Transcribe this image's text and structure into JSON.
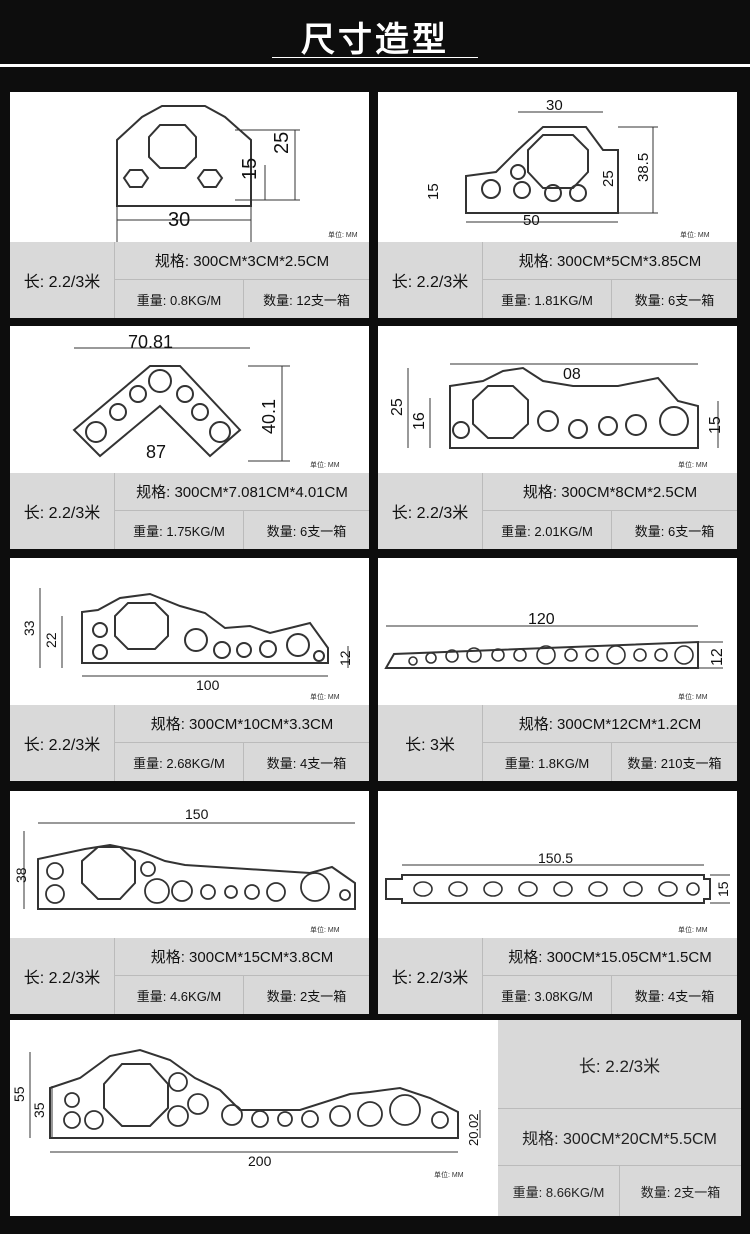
{
  "header": {
    "title": "尺寸造型"
  },
  "unit_label": "单位: MM",
  "products": [
    {
      "length": "长: 2.2/3米",
      "spec": "规格: 300CM*3CM*2.5CM",
      "weight": "重量: 0.8KG/M",
      "qty": "数量: 12支一箱",
      "dims": {
        "width": "30",
        "h1": "25",
        "h2": "15"
      }
    },
    {
      "length": "长: 2.2/3米",
      "spec": "规格: 300CM*5CM*3.85CM",
      "weight": "重量: 1.81KG/M",
      "qty": "数量: 6支一箱",
      "dims": {
        "top": "30",
        "h1": "38.5",
        "h2": "25",
        "left": "15",
        "width": "50"
      }
    },
    {
      "length": "长: 2.2/3米",
      "spec": "规格: 300CM*7.081CM*4.01CM",
      "weight": "重量: 1.75KG/M",
      "qty": "数量: 6支一箱",
      "dims": {
        "width": "70.81",
        "height": "40.1",
        "angle": "87"
      }
    },
    {
      "length": "长: 2.2/3米",
      "spec": "规格: 300CM*8CM*2.5CM",
      "weight": "重量: 2.01KG/M",
      "qty": "数量: 6支一箱",
      "dims": {
        "width": "08",
        "h1": "25",
        "h2": "16",
        "right": "15"
      }
    },
    {
      "length": "长: 2.2/3米",
      "spec": "规格: 300CM*10CM*3.3CM",
      "weight": "重量: 2.68KG/M",
      "qty": "数量: 4支一箱",
      "dims": {
        "h1": "33",
        "h2": "22",
        "width": "100",
        "right": "12"
      }
    },
    {
      "length": "长: 3米",
      "spec": "规格: 300CM*12CM*1.2CM",
      "weight": "重量: 1.8KG/M",
      "qty": "数量: 210支一箱",
      "dims": {
        "width": "120",
        "right": "12"
      }
    },
    {
      "length": "长: 2.2/3米",
      "spec": "规格: 300CM*15CM*3.8CM",
      "weight": "重量: 4.6KG/M",
      "qty": "数量: 2支一箱",
      "dims": {
        "width": "150",
        "h1": "38"
      }
    },
    {
      "length": "长: 2.2/3米",
      "spec": "规格: 300CM*15.05CM*1.5CM",
      "weight": "重量: 3.08KG/M",
      "qty": "数量: 4支一箱",
      "dims": {
        "width": "150.5",
        "right": "15"
      }
    },
    {
      "length": "长: 2.2/3米",
      "spec": "规格: 300CM*20CM*5.5CM",
      "weight": "重量: 8.66KG/M",
      "qty": "数量: 2支一箱",
      "dims": {
        "h1": "55",
        "h2": "35",
        "width": "200",
        "right": "20.02"
      }
    }
  ]
}
